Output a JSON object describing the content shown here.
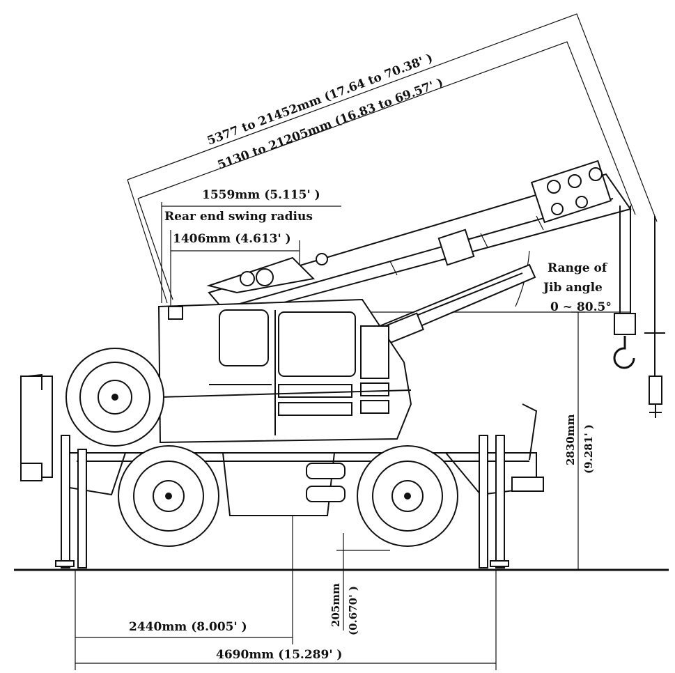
{
  "dimensions": {
    "boom_length_outer": "5377 to 21452mm (17.64 to 70.38' )",
    "boom_length_inner": "5130 to 21205mm (16.83 to 69.57' )",
    "swing_radius_total": "1559mm (5.115' )",
    "rear_end_swing_label": "Rear end swing radius",
    "rear_end_swing_value": "1406mm (4.613' )",
    "jib_angle_label_1": "Range of",
    "jib_angle_label_2": "Jib angle",
    "jib_angle_value": "0 ~ 80.5°",
    "height_mm": "2830mm",
    "height_ft": "(9.281' )",
    "ground_clearance_mm": "205mm",
    "ground_clearance_ft": "(0.670' )",
    "wheelbase": "2440mm (8.005' )",
    "overall_length": "4690mm (15.289' )"
  },
  "colors": {
    "line": "#111111",
    "background": "#ffffff"
  }
}
